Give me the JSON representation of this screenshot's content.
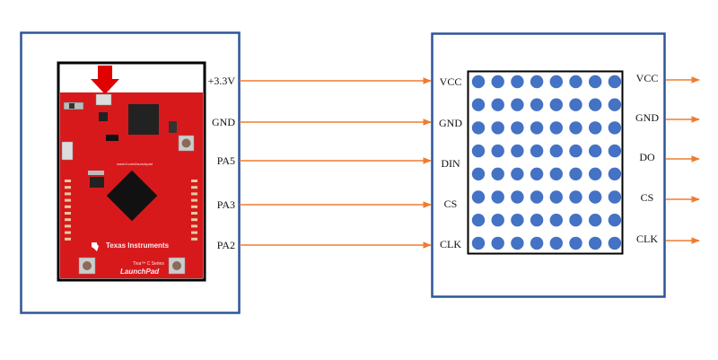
{
  "diagram": {
    "colors": {
      "box_border": "#2F5597",
      "wire": "#ED7D31",
      "led": "#4472C4",
      "matrix_border": "#000000",
      "board_red": "#D7191C",
      "power_arrow": "#E00000"
    },
    "board": {
      "name": "TI Tiva C Series LaunchPad",
      "brand_text": "Texas Instruments",
      "series_text": "Tiva™ C Series",
      "product_text": "LaunchPad",
      "url_text": "www.ti.com/launchpad",
      "icon": "power-arrow-icon"
    },
    "connections": [
      {
        "from": "+3.3V",
        "to": "VCC"
      },
      {
        "from": "GND",
        "to": "GND"
      },
      {
        "from": "PA5",
        "to": "DIN"
      },
      {
        "from": "PA3",
        "to": "CS"
      },
      {
        "from": "PA2",
        "to": "CLK"
      }
    ],
    "matrix": {
      "rows": 8,
      "cols": 8,
      "input_pins": [
        "VCC",
        "GND",
        "DIN",
        "CS",
        "CLK"
      ],
      "output_pins": [
        "VCC",
        "GND",
        "DO",
        "CS",
        "CLK"
      ]
    }
  }
}
